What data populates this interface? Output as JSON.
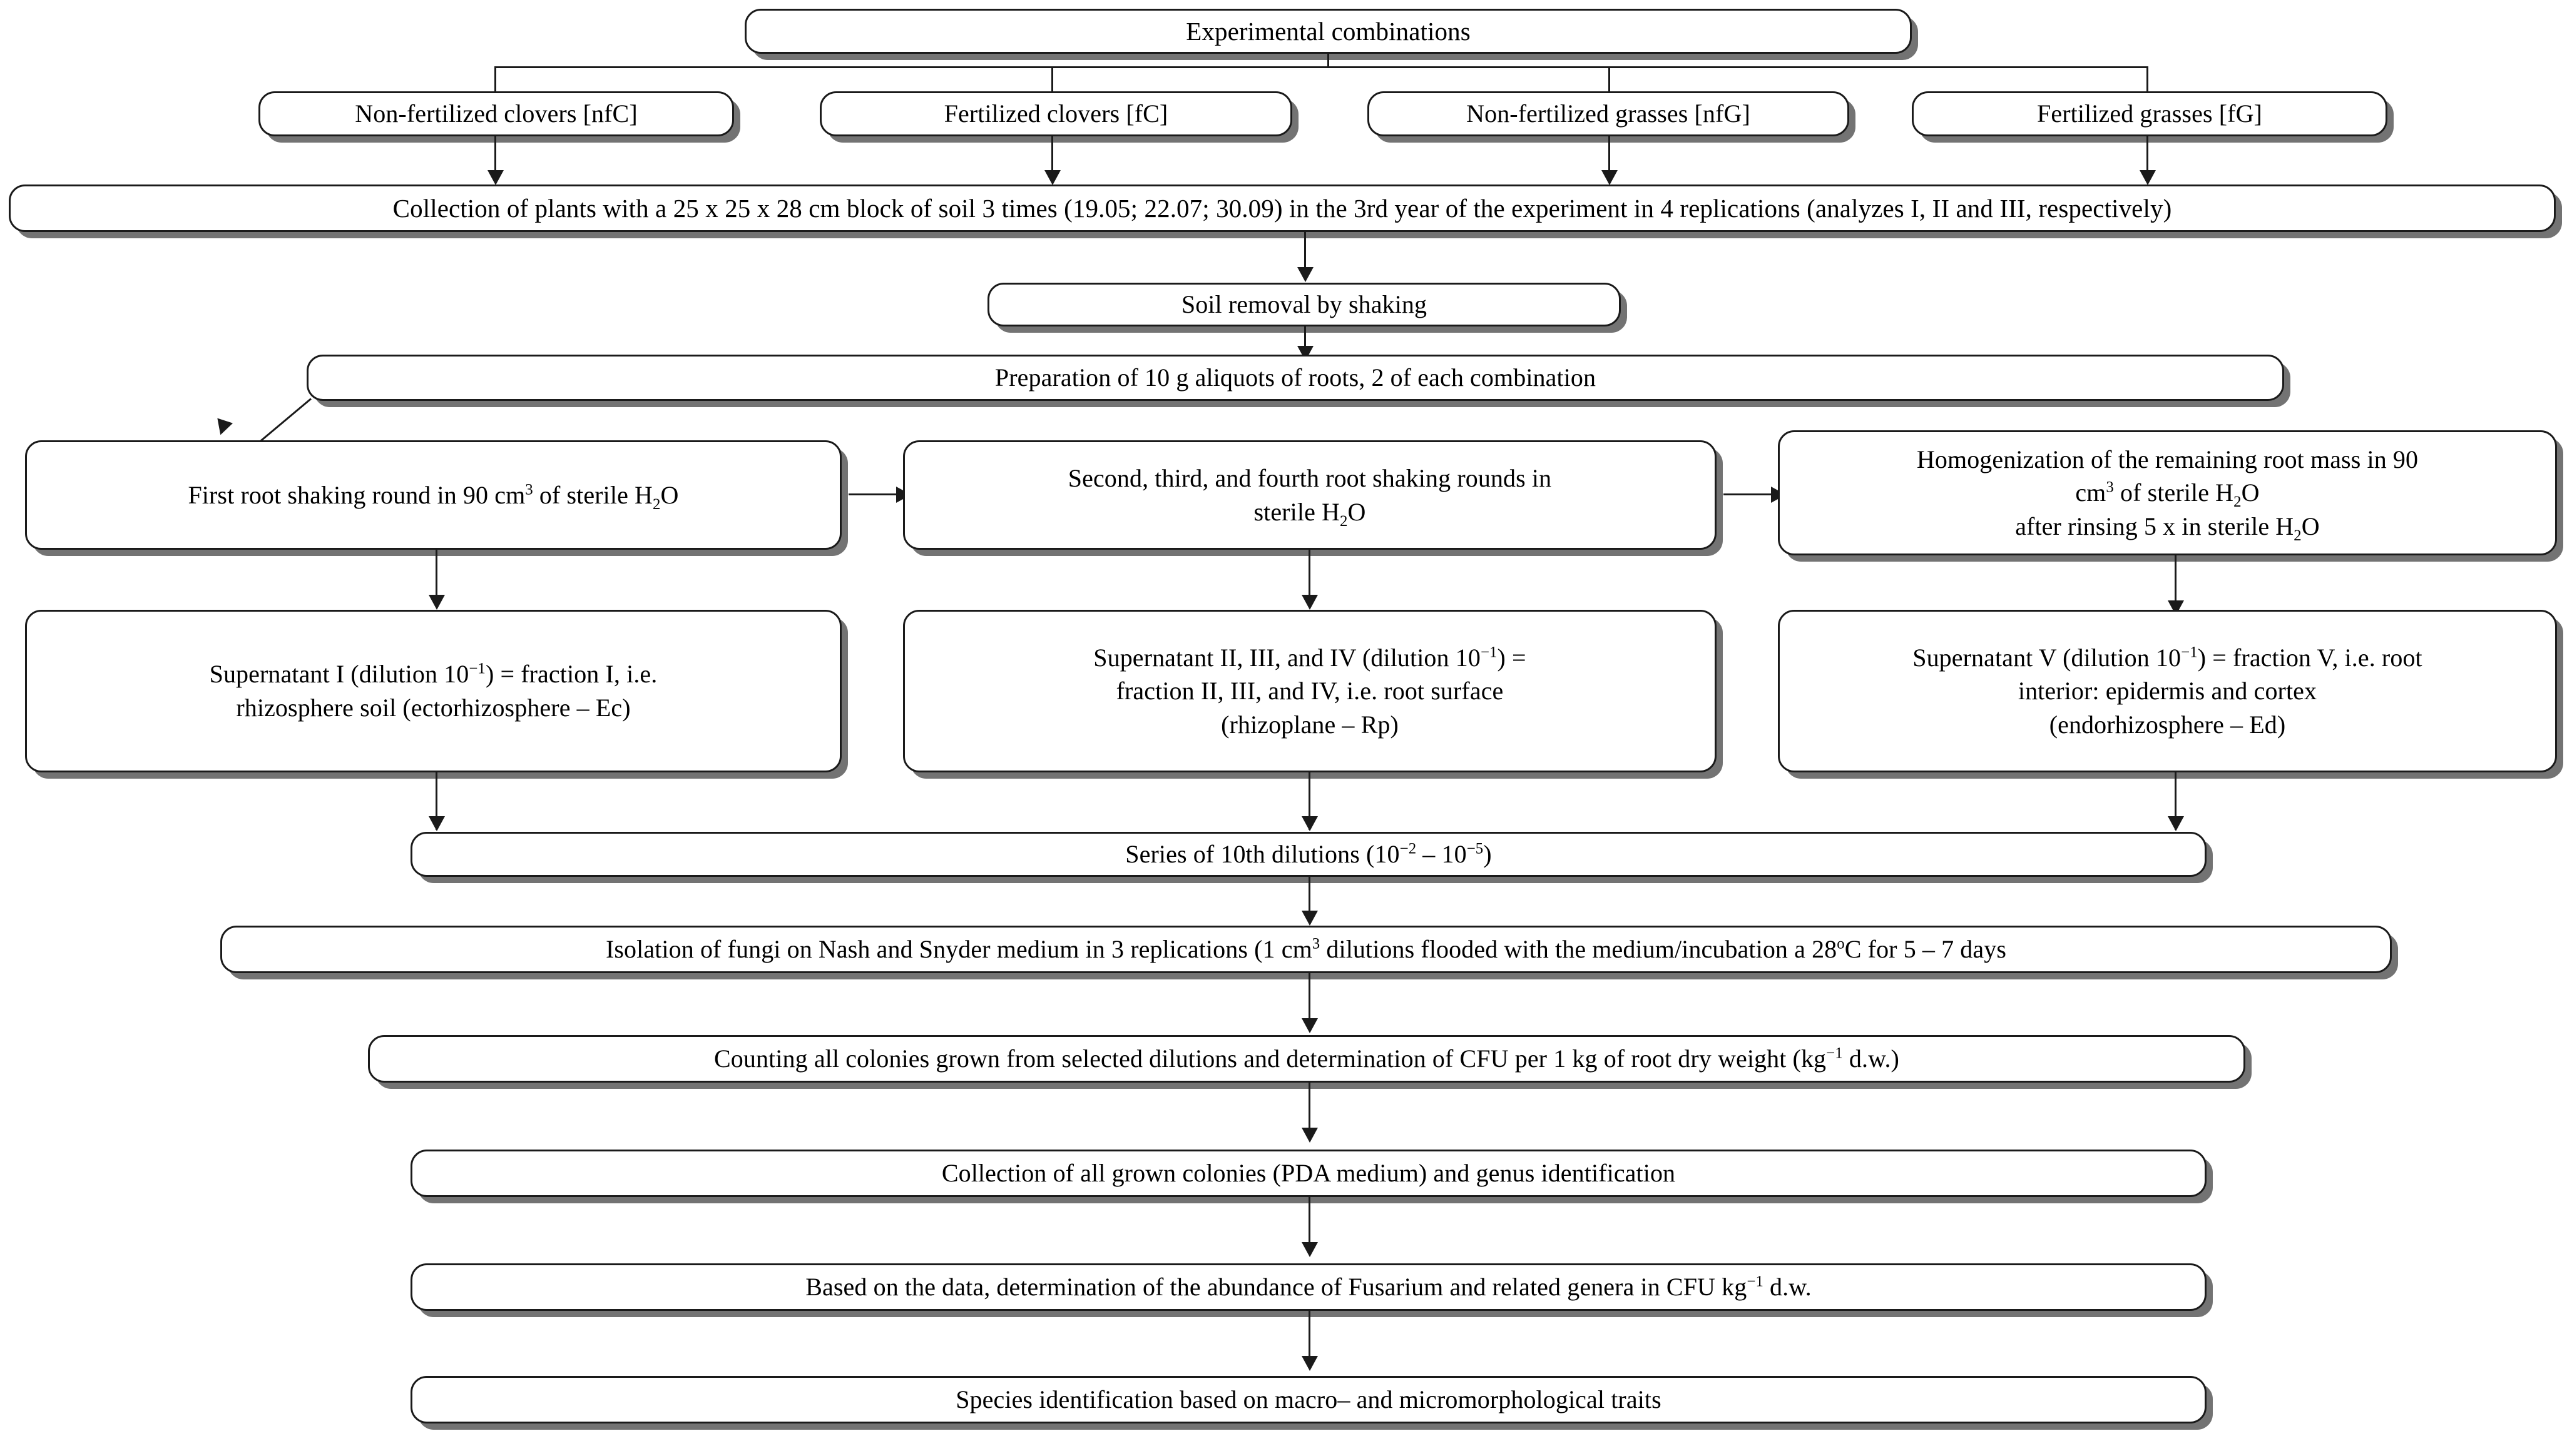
{
  "figure": {
    "type": "flowchart",
    "title": "Experimental workflow for isolation of Fusarium and related fungi from root fractions",
    "orientation": "top-to-bottom",
    "box_style": {
      "fill": "#ffffff",
      "border": "#1a1a1a",
      "shadow": "#5a5a5a",
      "corner": "rounded"
    },
    "connector_color": "#1a1a1a"
  },
  "nodes": {
    "experimental_combinations": "Experimental combinations",
    "treatments": [
      {
        "id": "nfC",
        "label": "Non-fertilized clovers [nfC]"
      },
      {
        "id": "fC",
        "label": "Fertilized clovers [fC]"
      },
      {
        "id": "nfG",
        "label": "Non-fertilized grasses [nfG]"
      },
      {
        "id": "fG",
        "label": "Fertilized grasses [fG]"
      }
    ],
    "collection": "Collection of plants with a 25 x 25 x 28 cm block of soil 3 times (19.05; 22.07; 30.09) in the 3rd year of the experiment in 4 replications (analyzes I, II and III, respectively)",
    "soil_removal": "Soil removal by shaking",
    "preparation": "Preparation of 10 g aliquots of roots, 2 of each combination",
    "shaking": {
      "first_round_pre": "First root shaking round in 90 cm",
      "first_round_sup": "3",
      "first_round_post": " of sterile H",
      "first_round_sub": "2",
      "first_round_end": "O",
      "second_line1": "Second, third, and fourth root shaking rounds in",
      "second_line2_pre": "sterile H",
      "second_line2_sub": "2",
      "second_line2_end": "O",
      "homog_line1": "Homogenization of the remaining root mass in 90",
      "homog_line2_pre": "cm",
      "homog_line2_sup": "3",
      "homog_line2_mid": " of sterile H",
      "homog_line2_sub": "2",
      "homog_line2_end": "O",
      "homog_line3_pre": "after rinsing 5 x in sterile H",
      "homog_line3_sub": "2",
      "homog_line3_end": "O"
    },
    "supernatants": {
      "s1_line1_pre": "Supernatant I (dilution 10",
      "s1_line1_sup": "−1",
      "s1_line1_post": ") = fraction I, i.e.",
      "s1_line2": "rhizosphere soil (ectorhizosphere – Ec)",
      "s2_line1_pre": "Supernatant II, III, and IV (dilution 10",
      "s2_line1_sup": "−1",
      "s2_line1_post": ") =",
      "s2_line2": "fraction II, III, and IV, i.e. root surface",
      "s2_line3": "(rhizoplane – Rp)",
      "s5_line1_pre": "Supernatant V (dilution 10",
      "s5_line1_sup": "−1",
      "s5_line1_post": ") = fraction V, i.e. root",
      "s5_line2": "interior: epidermis and cortex",
      "s5_line3": "(endorhizosphere – Ed)"
    },
    "dilutions": {
      "pre": "Series of 10th dilutions (10",
      "sup1": "−2",
      "mid": " – 10",
      "sup2": "−5",
      "post": ")"
    },
    "isolation": {
      "pre": "Isolation of fungi on Nash and Snyder medium in 3 replications (1 cm",
      "sup": "3",
      "mid": " dilutions flooded with the medium/incubation a 28",
      "sup2": "o",
      "post": "C for 5 – 7 days"
    },
    "counting": {
      "pre": "Counting all colonies grown from selected dilutions and determination of CFU per 1 kg of root dry weight (kg",
      "sup": "−1",
      "post": " d.w.)"
    },
    "colonies_collection": "Collection of all grown colonies (PDA medium) and genus identification",
    "abundance": {
      "pre": "Based on the data, determination of the abundance of Fusarium and related genera in CFU kg",
      "sup": "−1",
      "post": " d.w."
    },
    "species_identification": "Species identification based on macro– and micromorphological traits"
  }
}
